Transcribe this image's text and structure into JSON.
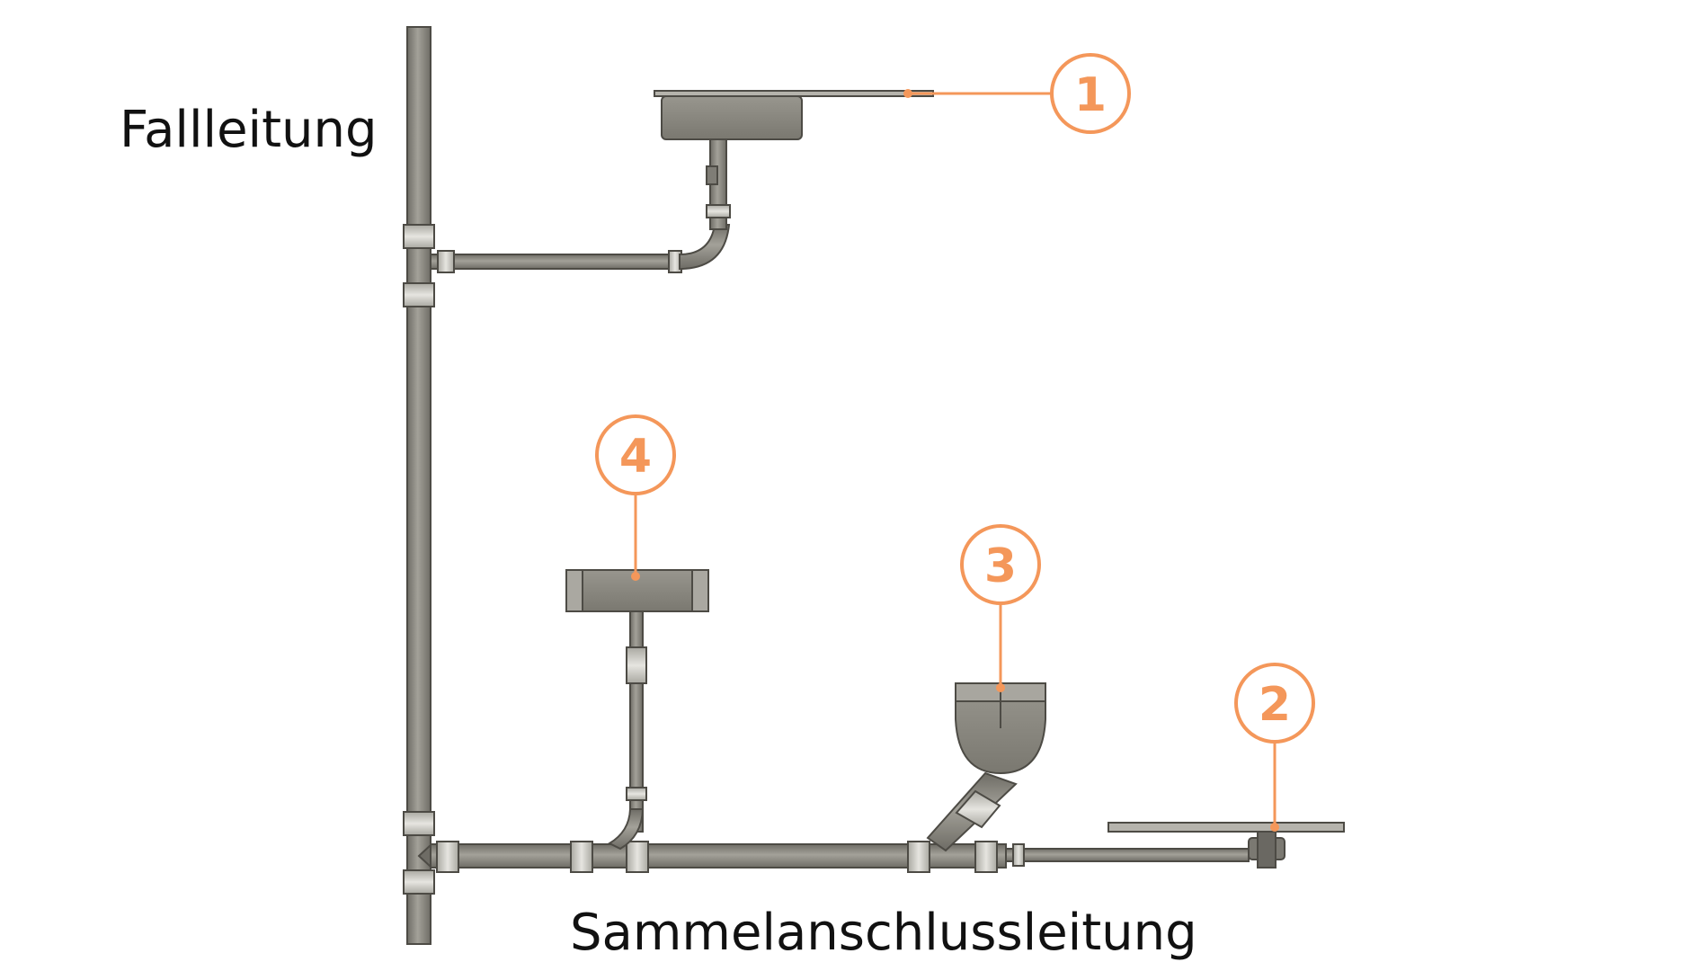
{
  "labels": {
    "stack_pipe": "Fallleitung",
    "collector_pipe": "Sammelanschlussleitung"
  },
  "markers": [
    {
      "id": "1",
      "text": "1"
    },
    {
      "id": "2",
      "text": "2"
    },
    {
      "id": "3",
      "text": "3"
    },
    {
      "id": "4",
      "text": "4"
    }
  ],
  "colors": {
    "pipe": "#8a8880",
    "pipe_dark": "#5f5d56",
    "fitting": "#b9b8b1",
    "marker": "#f4975a",
    "text": "#111111"
  }
}
